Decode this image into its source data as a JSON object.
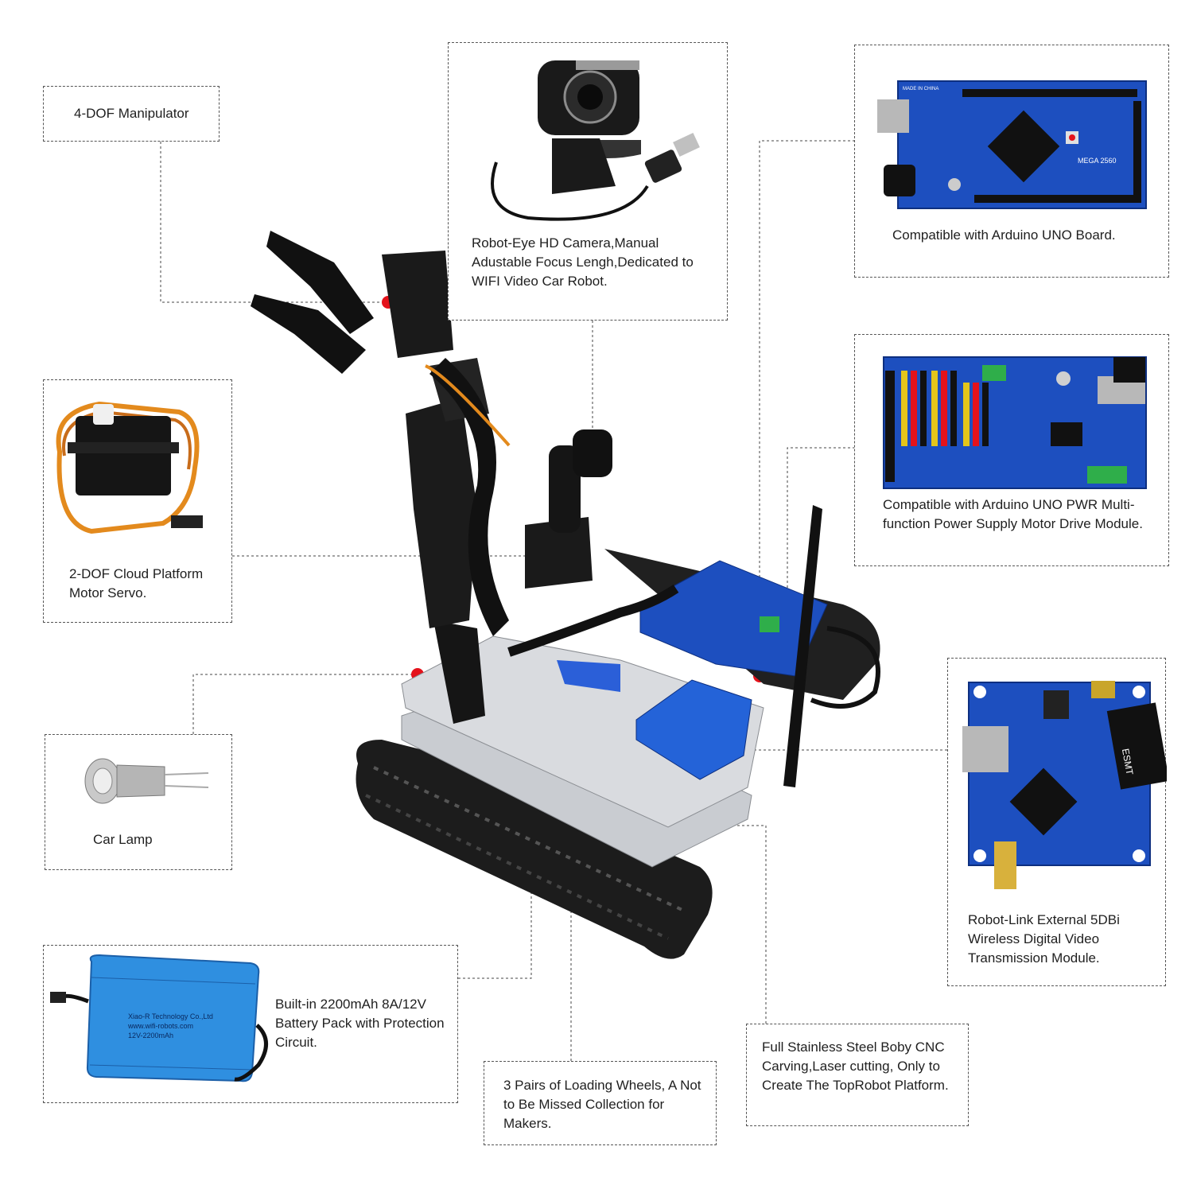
{
  "callouts": {
    "manipulator": "4-DOF Manipulator",
    "camera": "Robot-Eye HD Camera,Manual Adustable Focus Lengh,Dedicated to WIFI Video Car Robot.",
    "uno_board": "Compatible with Arduino UNO Board.",
    "power_module": "Compatible with Arduino UNO PWR Multi-function Power Supply Motor Drive Module.",
    "servo": "2-DOF Cloud Platform Motor Servo.",
    "lamp": "Car Lamp",
    "link_module": "Robot-Link External 5DBi Wireless Digital Video Transmission Module.",
    "battery": "Built-in 2200mAh 8A/12V Battery Pack with Protection Circuit.",
    "wheels": "3 Pairs of Loading Wheels, A Not to Be Missed Collection for Makers.",
    "body": "Full Stainless Steel Boby CNC Carving,Laser cutting, Only to Create The TopRobot Platform."
  },
  "printed_labels": {
    "mega_board": "MEGA 2560",
    "made_in": "MADE IN CHINA",
    "chip_brand": "ESMT",
    "battery_brand": "Xiao-R Technology Co.,Ltd",
    "battery_site": "www.wifi-robots.com",
    "battery_spec": "12V-2200mAh"
  },
  "colors": {
    "pointer_dot": "#e4121b",
    "board_blue": "#1d4fbf",
    "chassis_steel": "#c9ccd1",
    "battery_blue": "#2f8fe0"
  }
}
